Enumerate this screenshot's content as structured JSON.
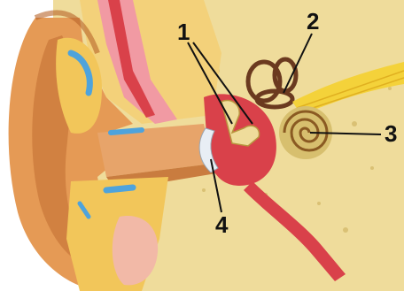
{
  "labels": [
    {
      "id": "1",
      "text": "1"
    },
    {
      "id": "2",
      "text": "2"
    },
    {
      "id": "3",
      "text": "3"
    },
    {
      "id": "4",
      "text": "4"
    }
  ],
  "colors": {
    "skin": "#e59a55",
    "skin_shadow": "#b8642a",
    "bone": "#efdc9b",
    "bone_dark": "#d7bf6e",
    "fat": "#f2c65a",
    "cartilage_blue": "#4ea3dc",
    "flesh_red": "#d9414a",
    "flesh_pink": "#f19aa3",
    "nerve": "#f4d23a",
    "line": "#111111"
  }
}
